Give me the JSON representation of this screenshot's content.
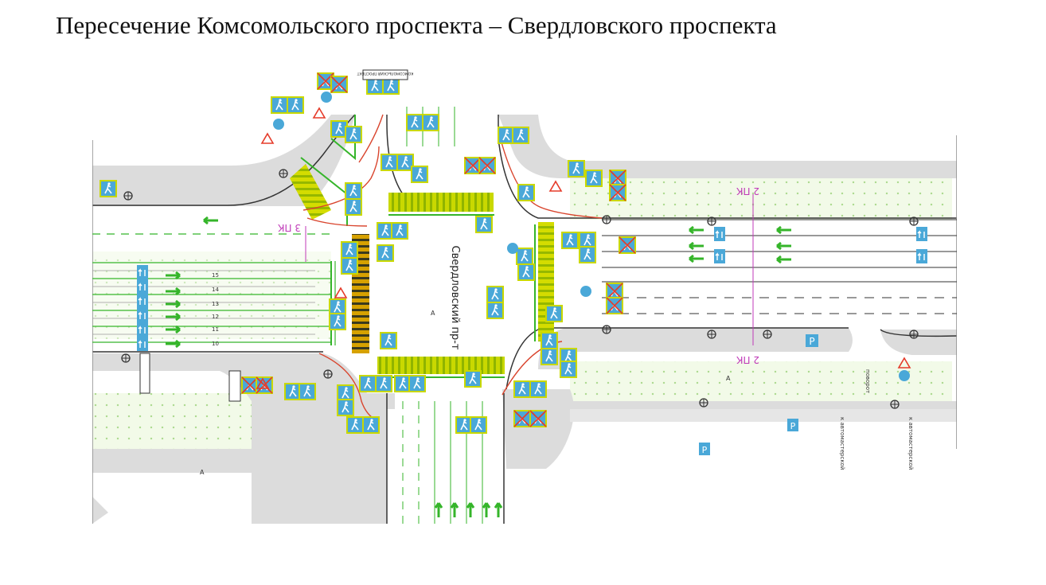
{
  "title": "Пересечение Комсомольского проспекта – Свердловского проспекта",
  "map": {
    "street_label_main": "Свердловский пр-т",
    "street_sign_label": "КОМСОМОЛЬСКИЙ ПРОСПЕКТ",
    "picket_labels": [
      "3 ПК",
      "2 ПК",
      "2 ПК"
    ],
    "lane_labels": [
      "15",
      "14",
      "13",
      "12",
      "11",
      "10"
    ],
    "side_labels": [
      "поворот",
      "к автомастерской",
      "к автомастерской",
      "А",
      "А",
      "А"
    ],
    "colors": {
      "road": "#ffffff",
      "sidewalk": "#dcdcdc",
      "green_zone": "#eef8e4",
      "crosswalk_yellow": "#c9d800",
      "crosswalk_dark": "#d69a00",
      "markings_green": "#35b52a",
      "sign_blue": "#4aa8d8",
      "sign_red": "#e53b2a",
      "trace_red": "#d9452e",
      "picket_magenta": "#c03ab8"
    },
    "icons": [
      "pedestrian-crossing-sign-icon",
      "lane-direction-sign-icon",
      "traffic-light-icon",
      "parking-sign-icon",
      "give-way-sign-icon",
      "bus-stop-sign-icon",
      "no-entry-sign-icon"
    ]
  }
}
